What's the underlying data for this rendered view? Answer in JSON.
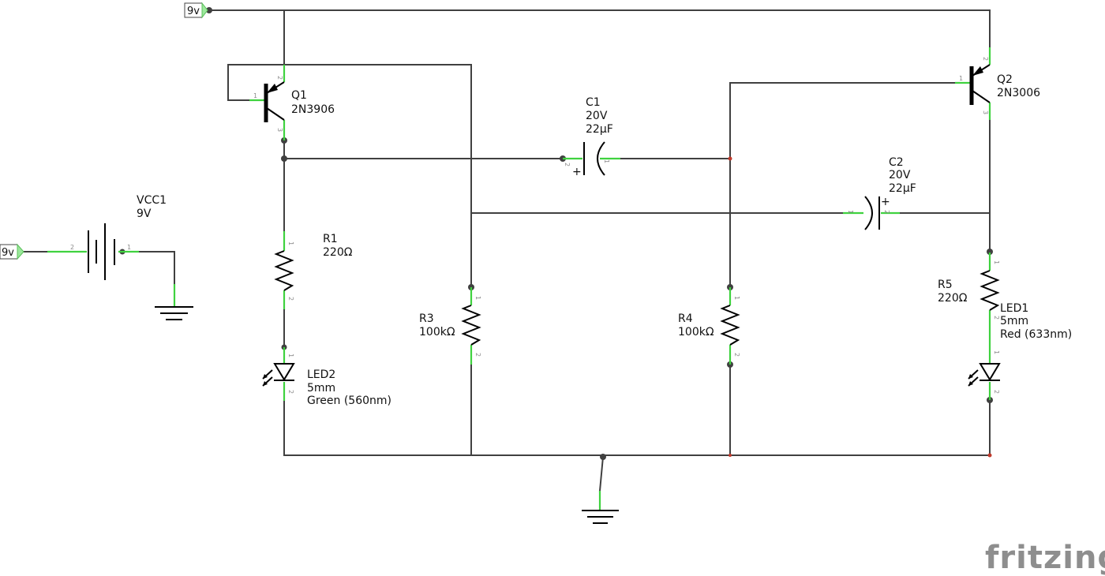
{
  "net_labels": {
    "top": "9v",
    "left": "9v"
  },
  "parts": {
    "q1": {
      "name": "Q1",
      "model": "2N3906"
    },
    "q2": {
      "name": "Q2",
      "model": "2N3006"
    },
    "c1": {
      "name": "C1",
      "voltage": "20V",
      "capacitance": "22µF"
    },
    "c2": {
      "name": "C2",
      "voltage": "20V",
      "capacitance": "22µF"
    },
    "vcc1": {
      "name": "VCC1",
      "voltage": "9V"
    },
    "r1": {
      "name": "R1",
      "value": "220Ω"
    },
    "r3": {
      "name": "R3",
      "value": "100kΩ"
    },
    "r4": {
      "name": "R4",
      "value": "100kΩ"
    },
    "r5": {
      "name": "R5",
      "value": "220Ω"
    },
    "led1": {
      "name": "LED1",
      "size": "5mm",
      "color": "Red (633nm)"
    },
    "led2": {
      "name": "LED2",
      "size": "5mm",
      "color": "Green (560nm)"
    }
  },
  "pins": {
    "one": "1",
    "two": "2",
    "three": "3",
    "plus": "+"
  },
  "brand": "fritzing",
  "colors": {
    "wire": "#404040",
    "lead": "#3fd23f",
    "net_label_arrow": "#9be89b",
    "brand": "#8e8e8e"
  }
}
